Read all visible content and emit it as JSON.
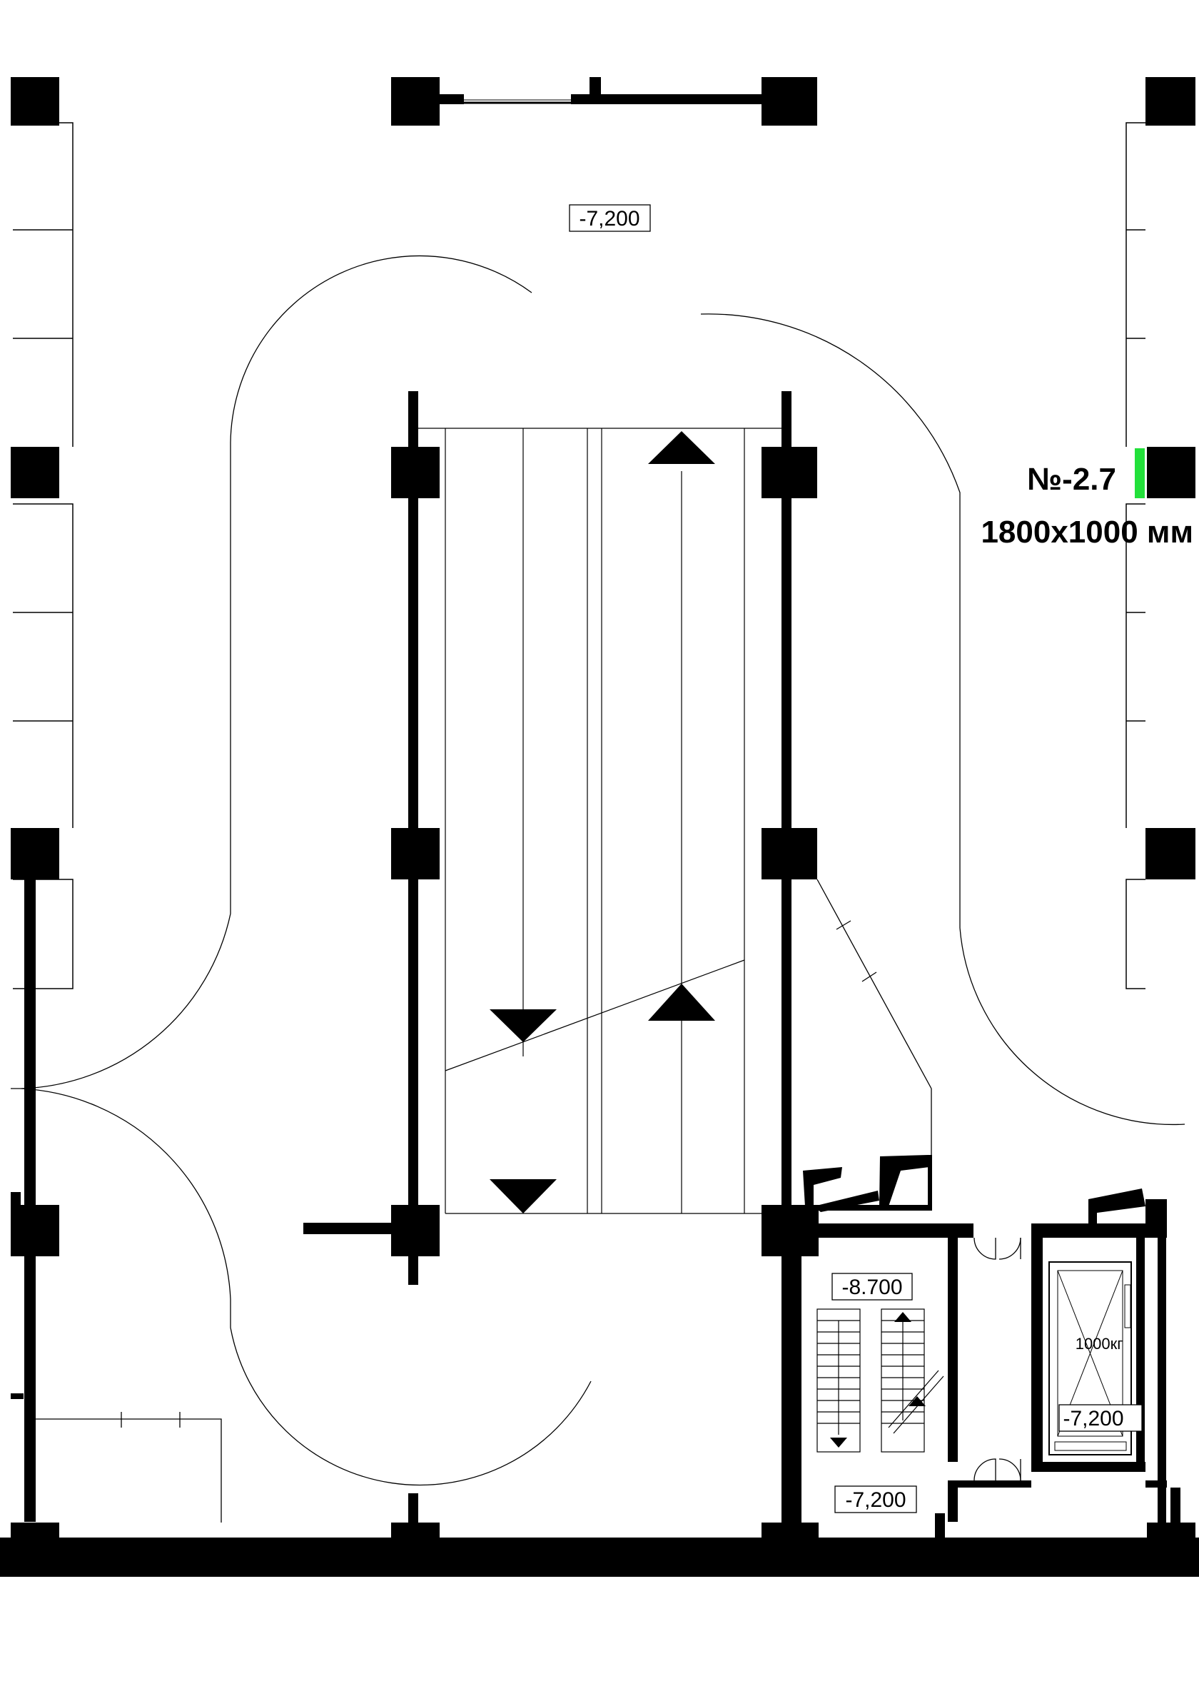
{
  "levels": {
    "top": "-7,200",
    "stair_upper": "-8.700",
    "stair_lower": "-7,200",
    "lift_hall": "-7,200"
  },
  "unit": {
    "number": "№-2.7",
    "size": "1800x1000 мм"
  },
  "elevator": {
    "capacity": "1000кг"
  },
  "colors": {
    "walls": "#000000",
    "unit_highlight": "#22e03a",
    "background": "#ffffff"
  }
}
